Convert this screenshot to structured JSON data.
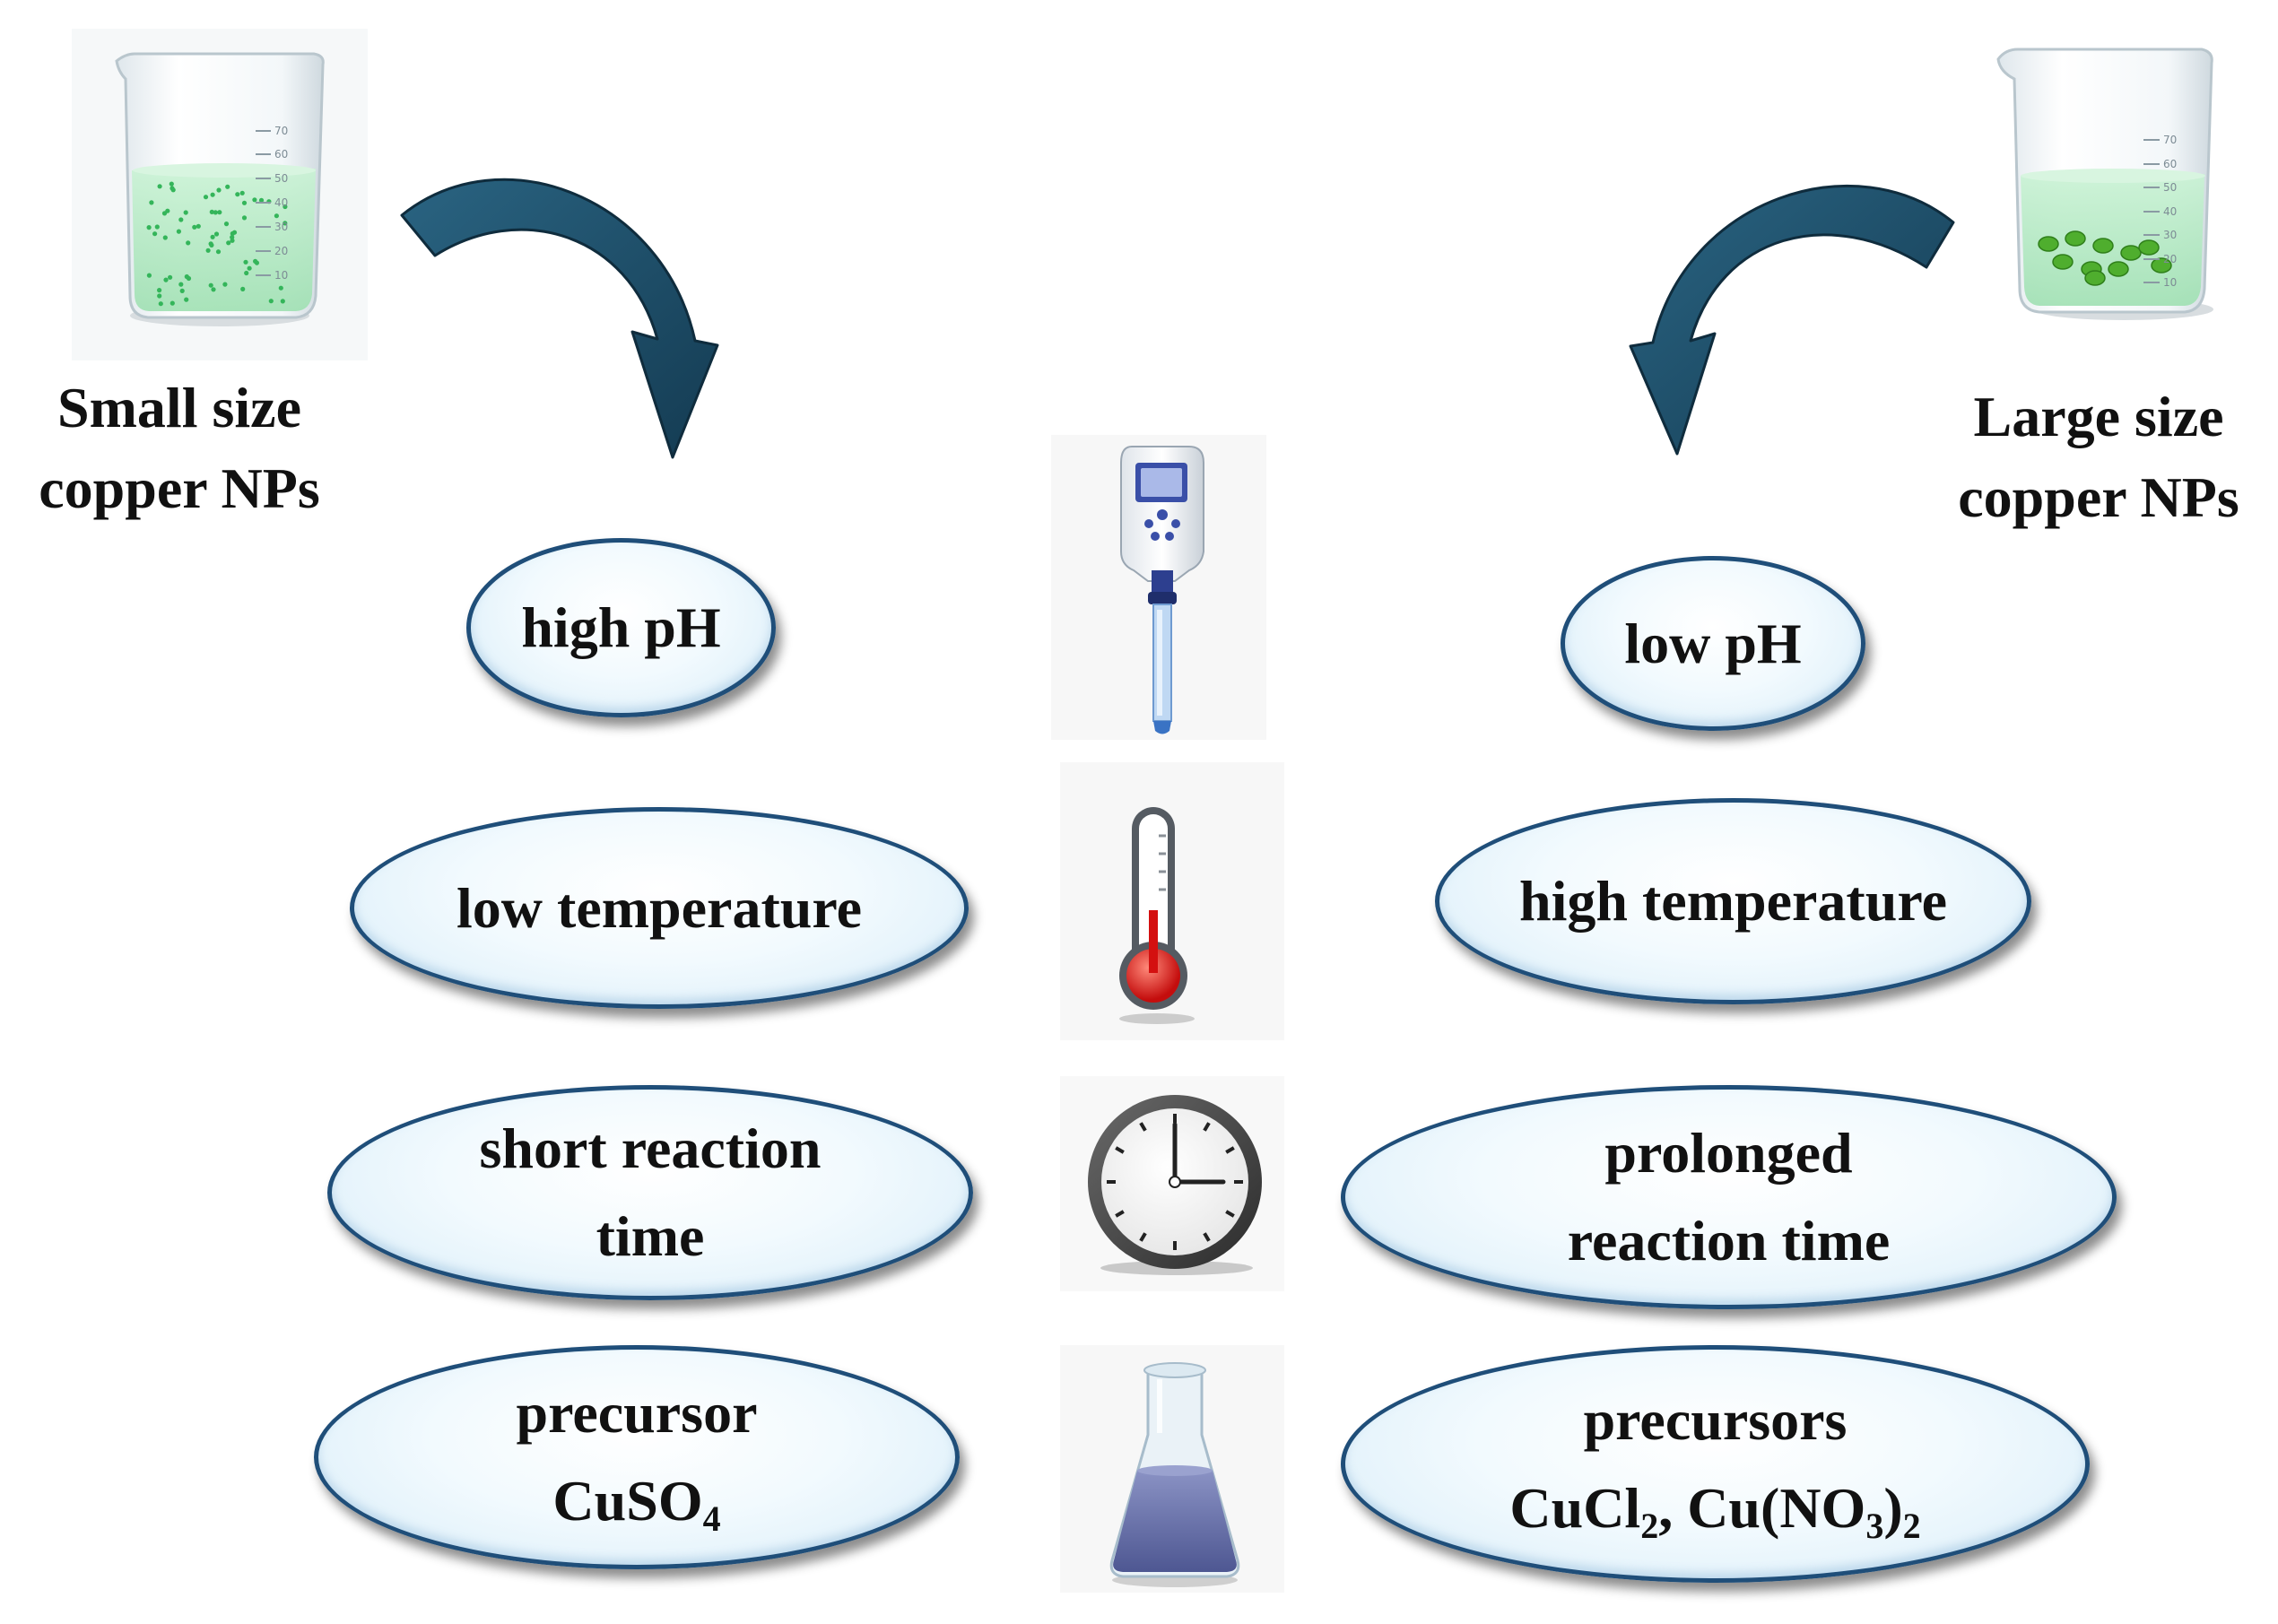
{
  "left_caption": {
    "line1": "Small size",
    "line2": "copper NPs"
  },
  "right_caption": {
    "line1": "Large size",
    "line2": "copper NPs"
  },
  "left_conditions": {
    "ph": "high pH",
    "temperature": "low temperature",
    "time_line1": "short reaction",
    "time_line2": "time",
    "precursor_line1": "precursor",
    "precursor_formula": {
      "a": "CuSO",
      "sub1": "4"
    }
  },
  "right_conditions": {
    "ph": "low pH",
    "temperature": "high temperature",
    "time_line1": "prolonged",
    "time_line2": "reaction time",
    "precursor_line1": "precursors",
    "precursor_formula": {
      "a": "CuCl",
      "sub1": "2",
      "b": ", Cu(NO",
      "sub2": "3",
      "c": ")",
      "sub3": "2"
    }
  },
  "beaker_scale_left": [
    "70",
    "60",
    "50",
    "40",
    "30",
    "20",
    "10"
  ],
  "beaker_scale_right": [
    "70",
    "60",
    "50",
    "40",
    "30",
    "20",
    "10"
  ],
  "icons": [
    "ph-meter-icon",
    "thermometer-icon",
    "clock-icon",
    "flask-icon"
  ],
  "colors": {
    "arrow": "#1b4a63",
    "oval_border": "#1f4e79",
    "oval_fill": "#e3f2fb",
    "solution_green": "#a8e6b8",
    "thermometer_red": "#e01818",
    "flask_liquid": "#6b73a8"
  }
}
